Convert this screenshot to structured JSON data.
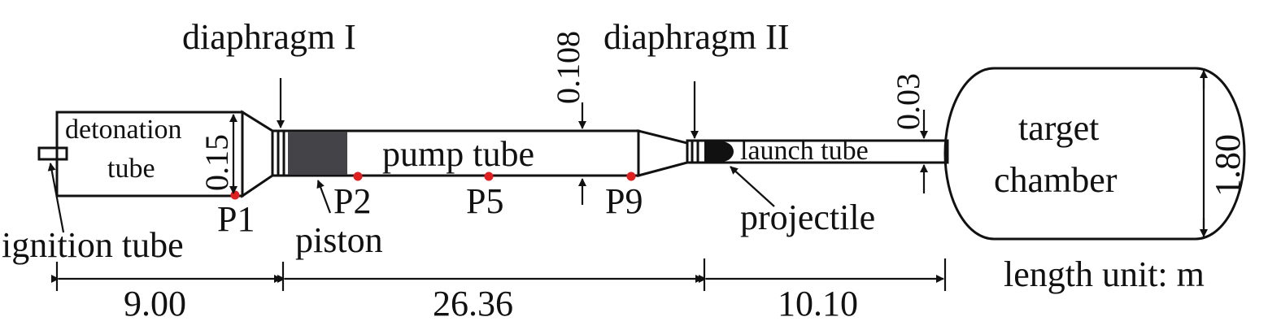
{
  "labels": {
    "diaphragm_1": "diaphragm I",
    "diaphragm_2": "diaphragm II",
    "detonation_line1": "detonation",
    "detonation_line2": "tube",
    "pump_tube": "pump tube",
    "launch_tube": "launch tube",
    "target_line1": "target",
    "target_line2": "chamber",
    "ignition_tube": "ignition tube",
    "piston": "piston",
    "projectile": "projectile",
    "length_unit": "length unit: m"
  },
  "sensors": [
    "P1",
    "P2",
    "P5",
    "P9"
  ],
  "dimensions": {
    "detonation_diameter": "0.15",
    "pump_diameter": "0.108",
    "launch_diameter": "0.03",
    "chamber_diameter": "1.80",
    "detonation_length": "9.00",
    "pump_length": "26.36",
    "launch_length": "10.10"
  },
  "colors": {
    "line": "#111111",
    "piston": "#444448",
    "sensor": "#e02020",
    "projectile": "#111111"
  }
}
